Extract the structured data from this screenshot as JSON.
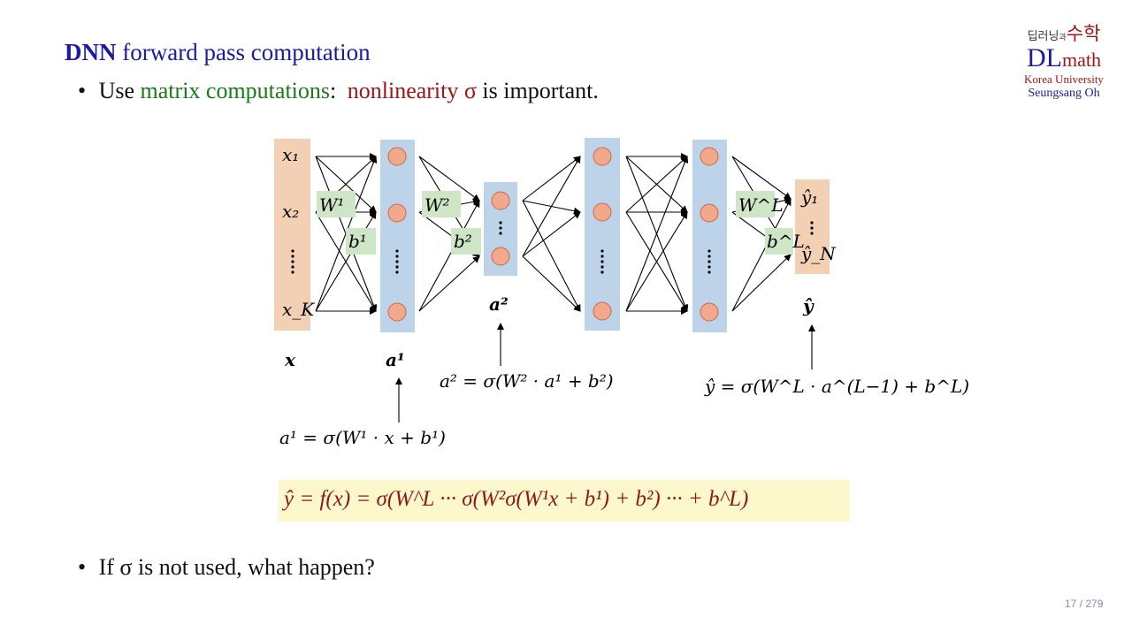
{
  "slide": {
    "title_bold": "DNN",
    "title_rest": "forward pass computation",
    "bullet1": {
      "prefix": "Use",
      "green": "matrix computations",
      "colon": ":",
      "red": "nonlinearity σ",
      "suffix": "is important."
    },
    "bullet2": "If σ is not used, what happen?",
    "page_number": "17 / 279"
  },
  "logo": {
    "korean_small": "딥러닝",
    "korean_conj": "과",
    "korean_big": "수학",
    "dl": "DL",
    "math": "math",
    "university": "Korea University",
    "author": "Seungsang Oh"
  },
  "diagram": {
    "input_nodes": [
      "x₁",
      "x₂",
      "x_K"
    ],
    "input_vector": "x",
    "output_nodes": [
      "ŷ₁",
      "ŷ_N"
    ],
    "output_vector": "ŷ",
    "layer_labels": [
      "a¹",
      "a²"
    ],
    "weights": [
      "W¹",
      "W²",
      "W^L"
    ],
    "biases": [
      "b¹",
      "b²",
      "b^L"
    ],
    "eq_a1": "a¹ = σ(W¹ · x + b¹)",
    "eq_a2": "a² = σ(W² · a¹ + b²)",
    "eq_y": "ŷ = σ(W^L · a^(L−1) + b^L)",
    "full_formula": "ŷ = f(x) = σ(W^L ··· σ(W²σ(W¹x + b¹) + b²) ··· + b^L)"
  },
  "colors": {
    "title_blue": "#1a1aa6",
    "green": "#1a7a1a",
    "red": "#a01515",
    "input_box": "#f3cfb4",
    "hidden_box": "#bdd3ea",
    "node_fill": "#f2a98b",
    "weight_box": "#cfe6c6",
    "formula_bg": "#fdf8cc"
  }
}
